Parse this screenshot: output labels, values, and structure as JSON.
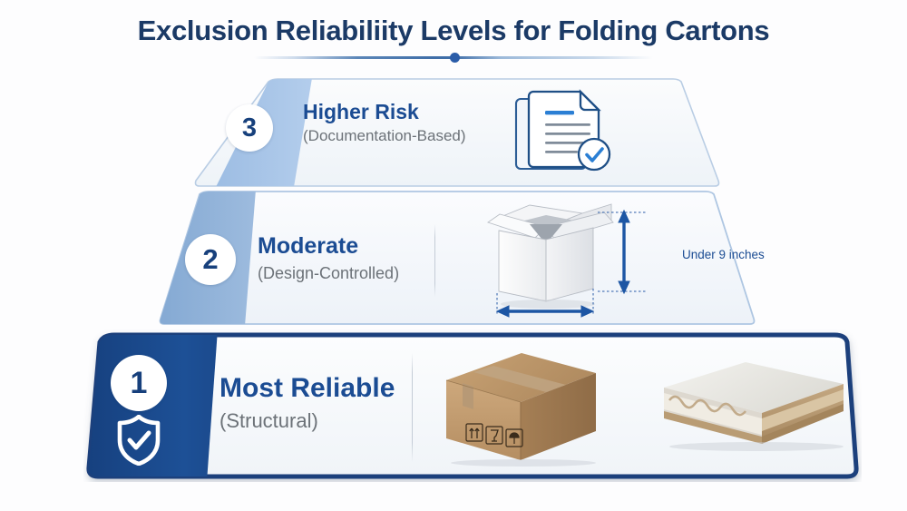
{
  "header": {
    "title": "Exclusion Reliabiliity Levels for Folding Cartons",
    "divider_dot": "●"
  },
  "colors": {
    "navy_dark": "#17407c",
    "navy_title": "#1b3a66",
    "blue_heading": "#1b4c93",
    "band_tier1": "#1b4a8d",
    "band_tier2": "#8fb2d8",
    "band_tier3": "#a9c6e8",
    "subtitle_gray": "#6c7278",
    "panel_bg": "#f7f9fb",
    "background": "#fdfdfe",
    "accent_arrow": "#1d56a4"
  },
  "pyramid": {
    "tiers": [
      {
        "number": "3",
        "title": "Higher Risk",
        "subtitle": "(Documentation-Based)",
        "icon": "document-check-icon",
        "level_rank": 3,
        "band_color": "#a9c6e8"
      },
      {
        "number": "2",
        "title": "Moderate",
        "subtitle": "(Design-Controlled)",
        "icon": "open-carton-illustration",
        "measurement_label": "Under 9 inches",
        "level_rank": 2,
        "band_color": "#8fb2d8"
      },
      {
        "number": "1",
        "title": "Most Reliable",
        "subtitle": "(Structural)",
        "icon": "shield-check-icon",
        "images": [
          "kraft-shipping-box-photo",
          "corrugated-board-sample-photo"
        ],
        "box_handling_symbols": [
          "this-way-up-icon",
          "fragile-glass-icon",
          "keep-dry-umbrella-icon"
        ],
        "level_rank": 1,
        "band_color": "#1b4a8d"
      }
    ]
  }
}
